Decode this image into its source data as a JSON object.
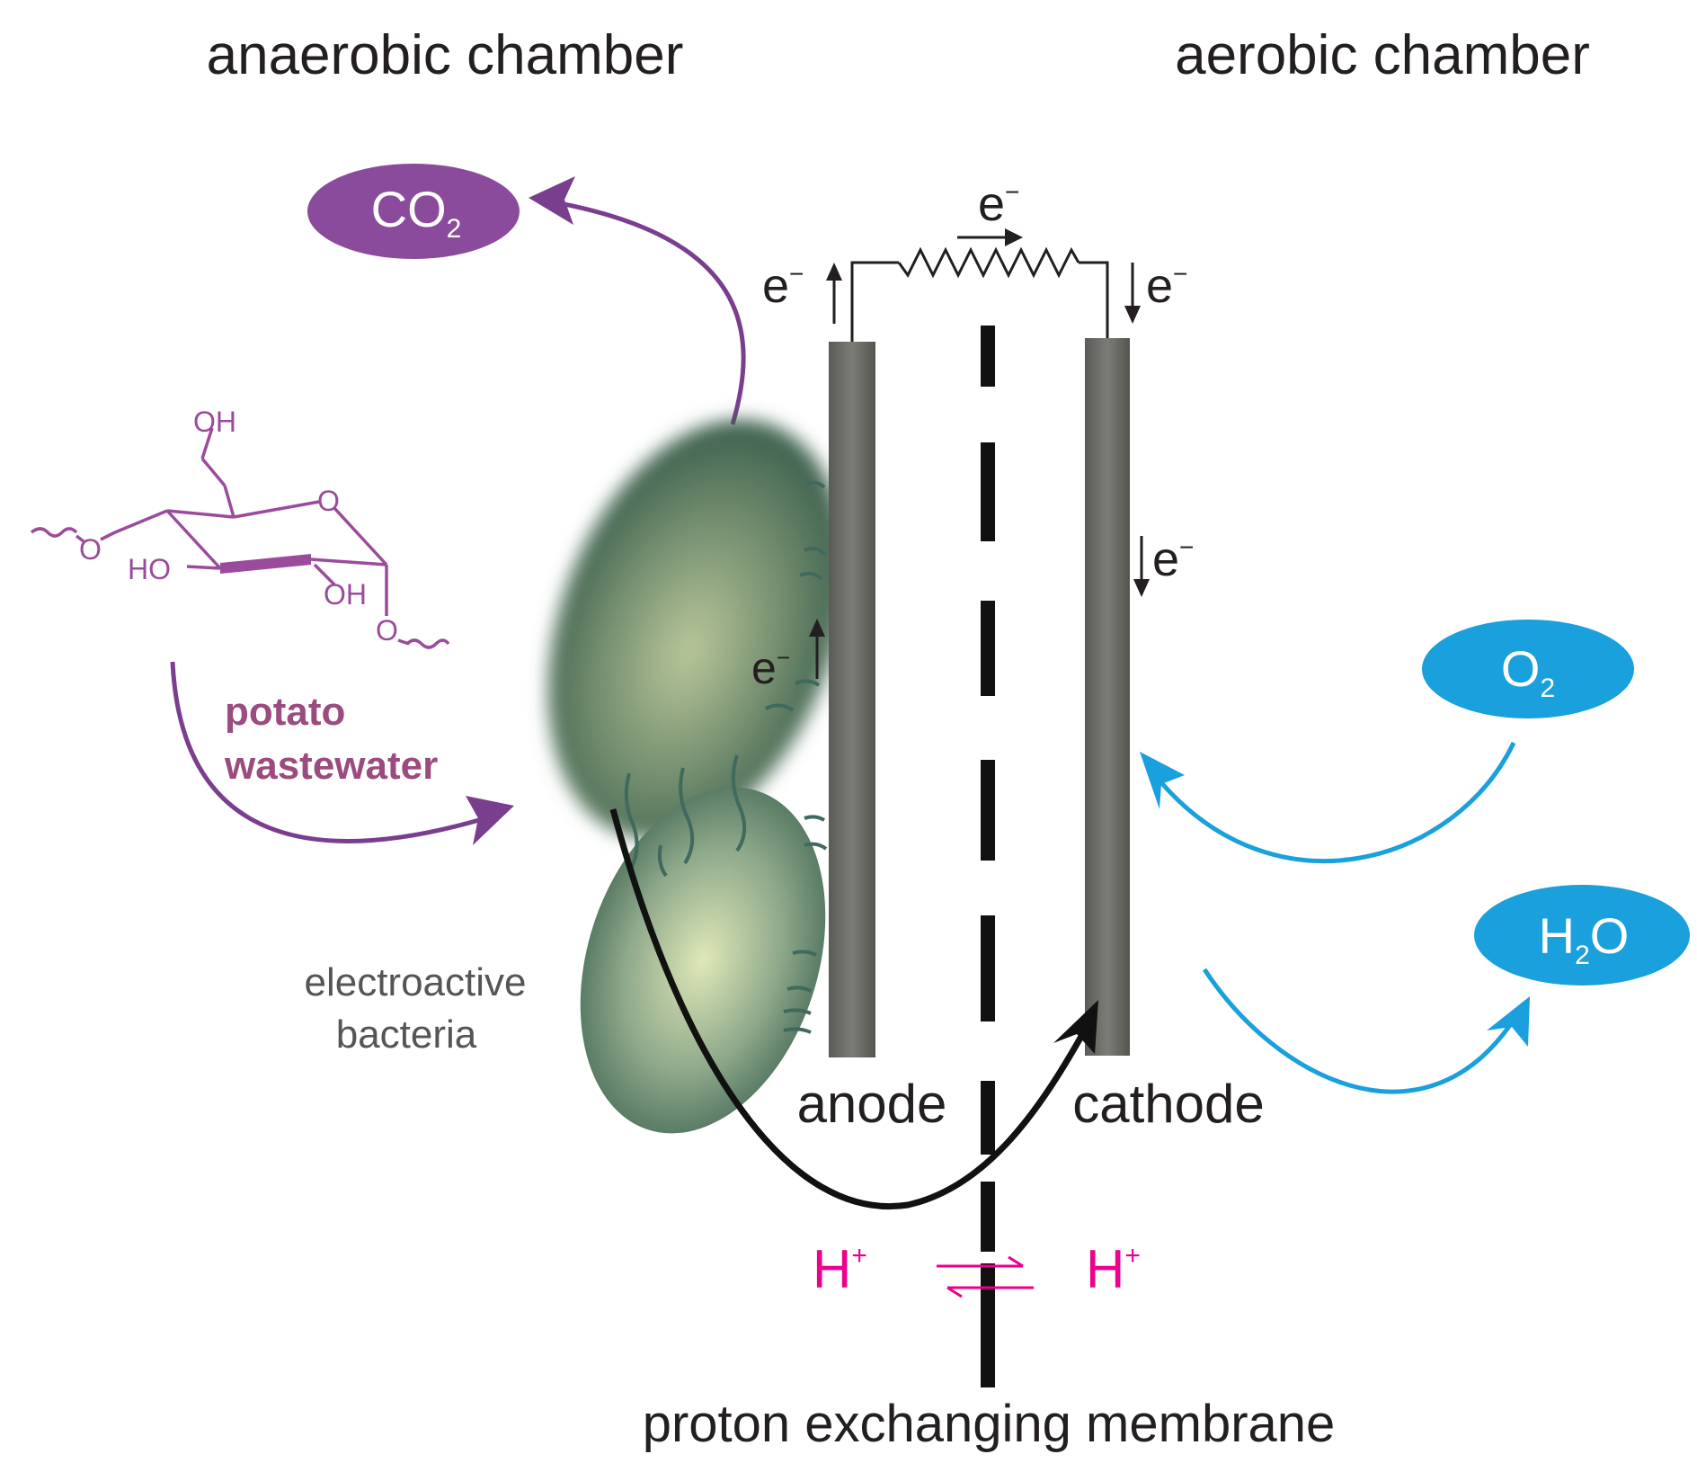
{
  "chambers": {
    "anaerobic": "anaerobic chamber",
    "aerobic": "aerobic chamber"
  },
  "species": {
    "co2": {
      "base": "CO",
      "sub": "2"
    },
    "o2": {
      "base": "O",
      "sub": "2"
    },
    "h2o": {
      "base": "H",
      "sub": "2",
      "tail": "O"
    }
  },
  "electron": {
    "base": "e",
    "sup": "−"
  },
  "proton": {
    "base": "H",
    "sup": "+"
  },
  "molecule": {
    "oh_top": "OH",
    "ring_o": "O",
    "ho": "HO",
    "oh_bottom": "OH",
    "o_left": "O",
    "o_right": "O"
  },
  "feed": {
    "line1": "potato",
    "line2": "wastewater"
  },
  "bacteria": {
    "line1": "electroactive",
    "line2": "bacteria"
  },
  "electrodes": {
    "anode": "anode",
    "cathode": "cathode"
  },
  "membrane": {
    "label": "proton exchanging membrane"
  },
  "colors": {
    "purple": "#7a3e8f",
    "magenta": "#ec008c",
    "blue": "#1aa0dc",
    "electrode": "#6b6b67",
    "bacteria": "#4f6f5c"
  }
}
